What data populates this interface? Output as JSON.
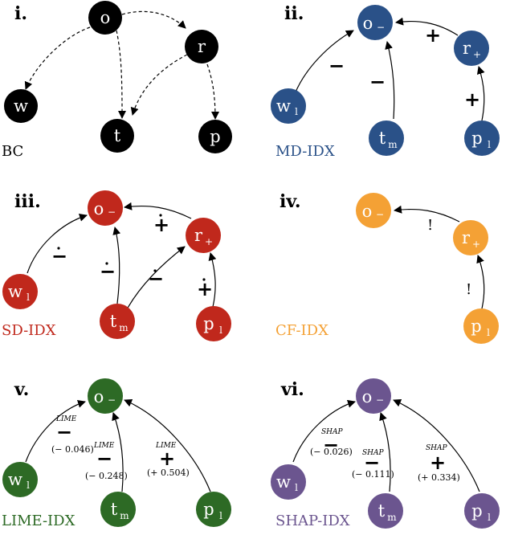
{
  "colors": {
    "bc": "#000000",
    "md": "#2a5188",
    "sd": "#c0281c",
    "cf": "#f4a135",
    "lime": "#2d6a25",
    "shap": "#6b558f"
  },
  "panels": [
    {
      "key": "bc",
      "number": "i.",
      "caption": "BC",
      "nodes": {
        "o": "o",
        "r": "r",
        "w": "w",
        "t": "t",
        "p": "p"
      }
    },
    {
      "key": "md",
      "number": "ii.",
      "caption": "MD-IDX",
      "nodes": {
        "o": "o",
        "o_sub": "−",
        "r": "r",
        "r_sub": "+",
        "w": "w",
        "w_sub": "l",
        "t": "t",
        "t_sub": "m",
        "p": "p",
        "p_sub": "l"
      },
      "edges": {
        "w_o": "−",
        "t_o": "−",
        "r_o": "+",
        "p_r": "+"
      }
    },
    {
      "key": "sd",
      "number": "iii.",
      "caption": "SD-IDX",
      "nodes": {
        "o": "o",
        "o_sub": "−",
        "r": "r",
        "r_sub": "+",
        "w": "w",
        "w_sub": "l",
        "t": "t",
        "t_sub": "m",
        "p": "p",
        "p_sub": "l"
      },
      "edges": {
        "w_o": "−",
        "t_o": "−",
        "t_r": "−",
        "r_o": "+",
        "p_r": "+"
      }
    },
    {
      "key": "cf",
      "number": "iv.",
      "caption": "CF-IDX",
      "nodes": {
        "o": "o",
        "o_sub": "−",
        "r": "r",
        "r_sub": "+",
        "p": "p",
        "p_sub": "l"
      },
      "edges": {
        "r_o": "!",
        "p_r": "!"
      }
    },
    {
      "key": "lime",
      "number": "v.",
      "caption": "LIME-IDX",
      "nodes": {
        "o": "o",
        "o_sub": "−",
        "w": "w",
        "w_sub": "l",
        "t": "t",
        "t_sub": "m",
        "p": "p",
        "p_sub": "l"
      },
      "edges": {
        "w_o": {
          "method": "LIME",
          "sign": "−",
          "value": "(− 0.046)"
        },
        "t_o": {
          "method": "LIME",
          "sign": "−",
          "value": "(− 0.248)"
        },
        "p_o": {
          "method": "LIME",
          "sign": "+",
          "value": "(+ 0.504)"
        }
      }
    },
    {
      "key": "shap",
      "number": "vi.",
      "caption": "SHAP-IDX",
      "nodes": {
        "o": "o",
        "o_sub": "−",
        "w": "w",
        "w_sub": "l",
        "t": "t",
        "t_sub": "m",
        "p": "p",
        "p_sub": "l"
      },
      "edges": {
        "w_o": {
          "method": "SHAP",
          "sign": "−",
          "value": "(− 0.026)"
        },
        "t_o": {
          "method": "SHAP",
          "sign": "−",
          "value": "(− 0.111)"
        },
        "p_o": {
          "method": "SHAP",
          "sign": "+",
          "value": "(+ 0.334)"
        }
      }
    }
  ]
}
